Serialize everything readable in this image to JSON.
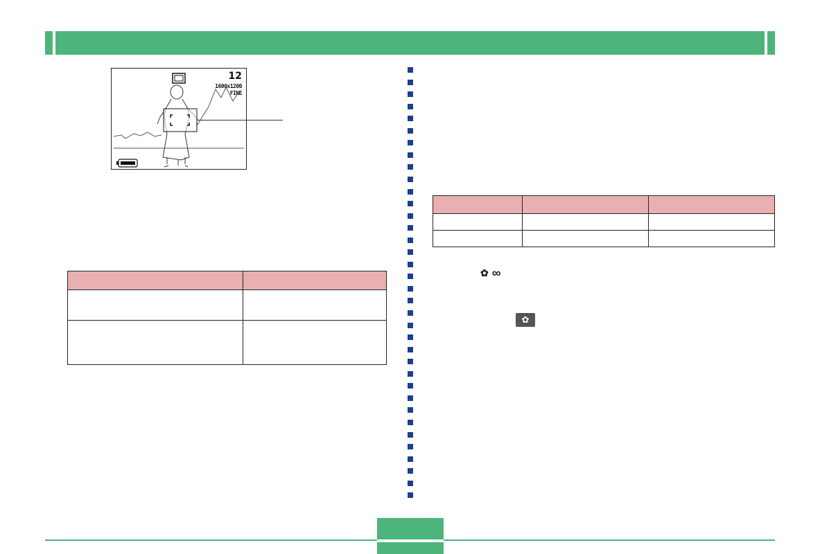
{
  "lcd": {
    "shot_count": "12",
    "resolution": "1600x1200",
    "quality": "FINE"
  },
  "colors": {
    "header_green": "#4db57b",
    "table_header_pink": "#e8b0b0",
    "divider_blue": "#1a3f91"
  },
  "icons": {
    "macro": "macro-flower-icon",
    "infinity": "infinity-icon",
    "battery": "battery-icon",
    "record_mode": "record-mode-icon",
    "focus_frame": "focus-frame-icon"
  },
  "symbols": {
    "flower": "✿",
    "infinity": "∞"
  }
}
